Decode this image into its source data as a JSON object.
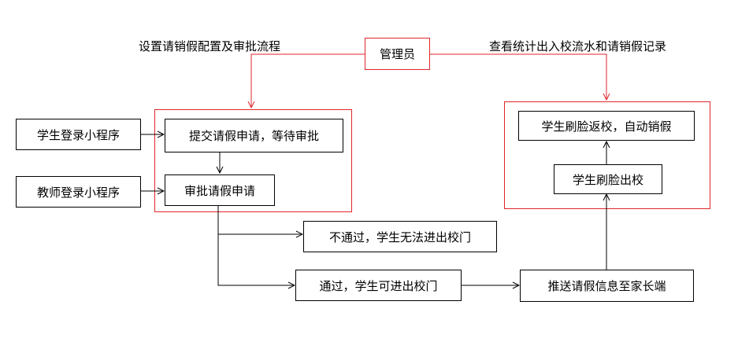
{
  "nodes": {
    "admin": "管理员",
    "student_login": "学生登录小程序",
    "teacher_login": "教师登录小程序",
    "submit_leave": "提交请假申请，等待审批",
    "approve_leave": "审批请假申请",
    "rejected": "不通过，学生无法进出校门",
    "approved": "通过，学生可进出校门",
    "push_parent": "推送请假信息至家长端",
    "face_exit": "学生刷脸出校",
    "face_return": "学生刷脸返校，自动销假"
  },
  "labels": {
    "admin_left": "设置请销假配置及审批流程",
    "admin_right": "查看统计出入校流水和请销假记录"
  },
  "colors": {
    "group_border": "#e0262b",
    "admin_link": "#e0262b",
    "flow_line": "#000000"
  }
}
